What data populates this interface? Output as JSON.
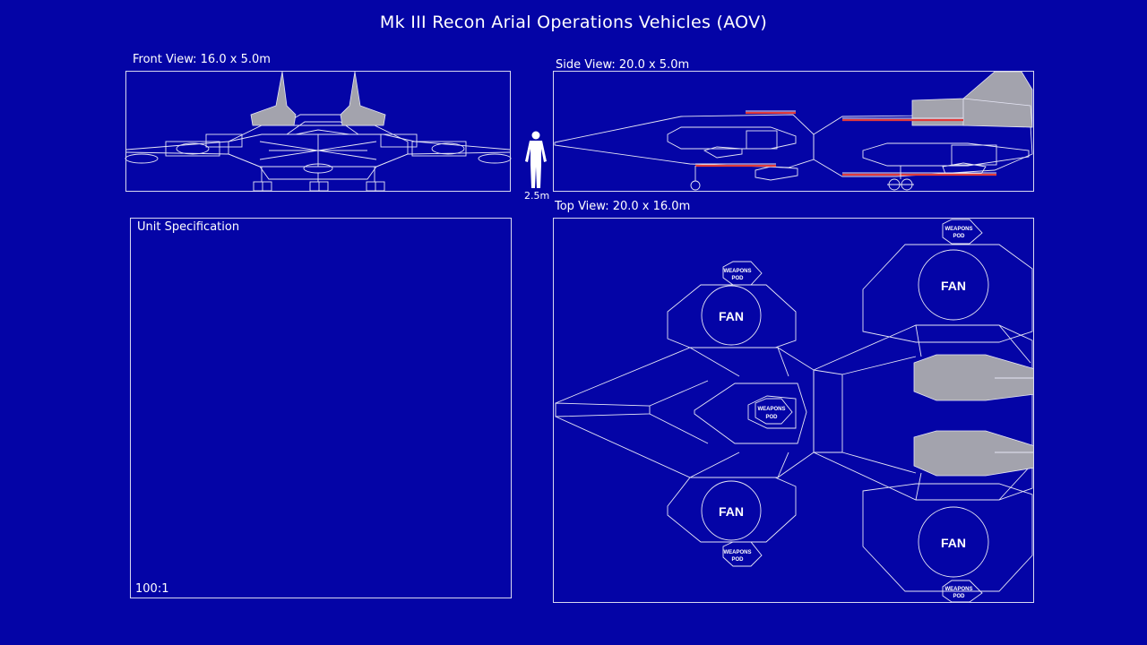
{
  "title": "Mk III Recon Arial Operations Vehicles (AOV)",
  "front_view": {
    "label": "Front View: 16.0 x 5.0m"
  },
  "side_view": {
    "label": "Side View: 20.0 x 5.0m"
  },
  "top_view": {
    "label": "Top View: 20.0 x 16.0m",
    "fan_label": "FAN",
    "pod_label_line1": "WEAPONS",
    "pod_label_line2": "POD"
  },
  "unit_spec": {
    "label": "Unit Specification",
    "scale": "100:1"
  },
  "human_scale": {
    "label": "2.5m",
    "icon": "human-figure-icon"
  },
  "colors": {
    "background": "#0404a6",
    "lines": "#e6e6f5",
    "armor": "#a3a3ad",
    "rails": "#e23a3a"
  }
}
